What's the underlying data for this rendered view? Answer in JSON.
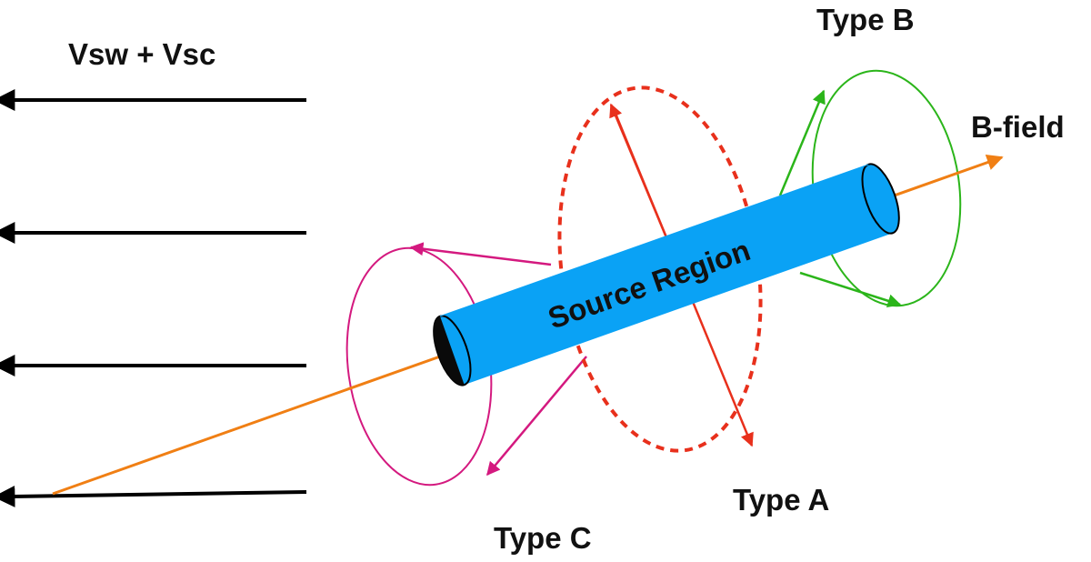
{
  "labels": {
    "velocity": "Vsw + Vsc",
    "type_b": "Type B",
    "b_field": "B-field",
    "source_region": "Source Region",
    "type_a": "Type A",
    "type_c": "Type C"
  },
  "colors": {
    "flow_arrows": "#000000",
    "b_field": "#f07f14",
    "tube": "#0aa2f5",
    "type_a": "#e8301c",
    "type_b": "#2bb51a",
    "type_c": "#d4197f"
  },
  "flow_arrow_count": 4
}
